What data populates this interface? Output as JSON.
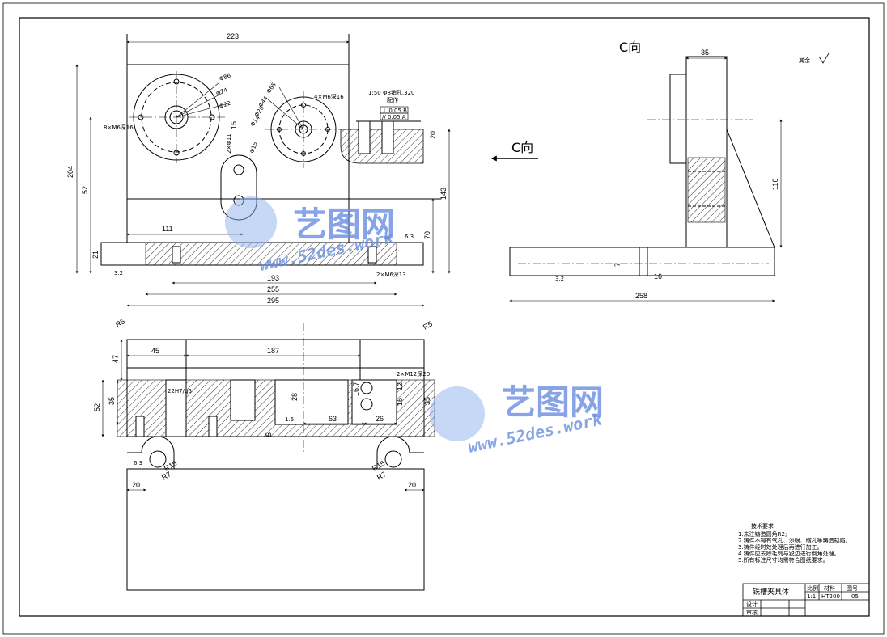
{
  "views": {
    "c_view_title": "C向",
    "c_arrow_label": "C向"
  },
  "dimensions": {
    "d223": "223",
    "d204": "204",
    "d152": "152",
    "d143": "143",
    "d70": "70",
    "d111": "111",
    "d255": "255",
    "d295": "295",
    "d193": "193",
    "d21": "21",
    "d15": "15",
    "d35_top": "35",
    "d116": "116",
    "d258": "258",
    "d7": "7",
    "d16": "16",
    "d47": "47",
    "d52": "52",
    "d35": "35",
    "d45": "45",
    "d187": "187",
    "d63": "63",
    "d26": "26",
    "d20_left": "20",
    "d20_right": "20",
    "d12": "12",
    "d16b": "16",
    "d28": "28",
    "d5": "5",
    "d20b": "20",
    "d16_7": "16.7"
  },
  "radius_labels": {
    "r5_left": "R5",
    "r5_right": "R5",
    "r15_left": "R15",
    "r7_left": "R7",
    "r15_right": "R15",
    "r7_right": "R7"
  },
  "circle_labels": {
    "c86": "Φ86",
    "c74": "Φ74",
    "c22": "Φ22",
    "c65": "Φ65",
    "c44": "Φ44",
    "c20": "Φ20",
    "c14": "Φ14",
    "c15": "Φ15",
    "thread": "4×M6深16",
    "holes_8": "8×M6深16",
    "slot": "2×Φ11"
  },
  "notes": {
    "scale_note": "1:50  Φ8销孔,320",
    "pin_note": "配作",
    "tol1": "⊥ 0.05 B",
    "tol2": "// 0.05 A",
    "m6_bottom": "2×M6深13",
    "fit": "22H7/g6",
    "right_thread": "2×M12深20",
    "rough_other": "其余",
    "ra32": "3.2",
    "ra32b": "3.2",
    "ra63": "6.3",
    "ra16": "1.6",
    "ra63b": "6.3"
  },
  "tech_req": {
    "title": "技术要求",
    "items": [
      "1.未注铸造圆角R2;",
      "2.铸件不得有气孔、沙眼、缩孔等铸造缺陷。",
      "3.铸件经时效处理后再进行加工。",
      "4.铸件应去除毛刺与锐边进行倒角处理。",
      "5.所有标注尺寸均需符合图纸要求。"
    ]
  },
  "title_block": {
    "name": "铣槽夹具体",
    "scale_label": "比例",
    "material_label": "材料",
    "drawing_no_label": "图号",
    "scale": "1:1",
    "material": "HT200",
    "drawing_no": "05",
    "designer": "设计",
    "checker": "审核"
  },
  "watermark": {
    "brand": "艺图网",
    "url": "www.52des.work"
  },
  "colors": {
    "line": "#000000",
    "watermark": "#6a8fe0"
  }
}
